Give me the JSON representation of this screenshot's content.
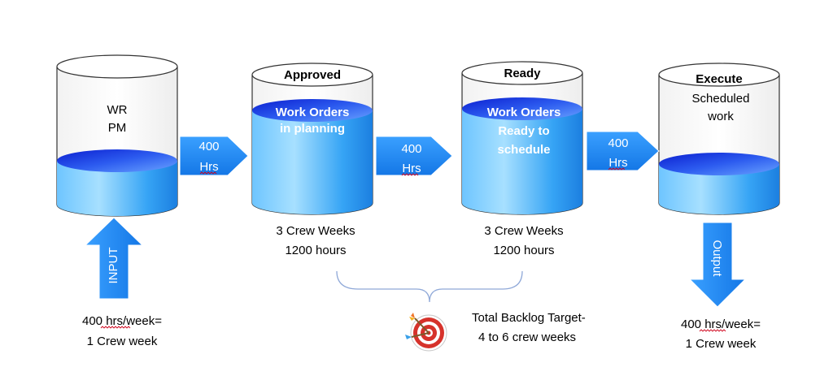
{
  "colors": {
    "water_light": "#8fd3ff",
    "water_dark": "#0a2ad6",
    "arrow_blue": "#1e90ff",
    "outline": "#333333",
    "squiggle": "#d0021b"
  },
  "tanks": [
    {
      "header": "",
      "lines": [
        "WR",
        "PM"
      ],
      "caption": []
    },
    {
      "header": "Approved",
      "lines": [
        "Work Orders",
        "in planning"
      ],
      "caption": [
        "3 Crew Weeks",
        "1200 hours"
      ]
    },
    {
      "header": "Ready",
      "lines": [
        "Work Orders",
        "Ready to",
        "schedule"
      ],
      "caption": [
        "3 Crew Weeks",
        "1200 hours"
      ]
    },
    {
      "header": "Execute",
      "lines": [
        "Scheduled",
        "work"
      ],
      "caption": []
    }
  ],
  "flow_arrows": [
    {
      "top": "400",
      "bottom": "Hrs"
    },
    {
      "top": "400",
      "bottom": "Hrs"
    },
    {
      "top": "400",
      "bottom": "Hrs"
    }
  ],
  "input_arrow": {
    "label": "INPUT"
  },
  "output_arrow": {
    "label": "Output"
  },
  "input_caption": [
    "400 hrs/week=",
    "1 Crew week"
  ],
  "output_caption": [
    "400 hrs/week=",
    "1 Crew week"
  ],
  "backlog_target": {
    "lines": [
      "Total Backlog Target-",
      "4 to 6 crew weeks"
    ],
    "icon": "target-icon"
  }
}
